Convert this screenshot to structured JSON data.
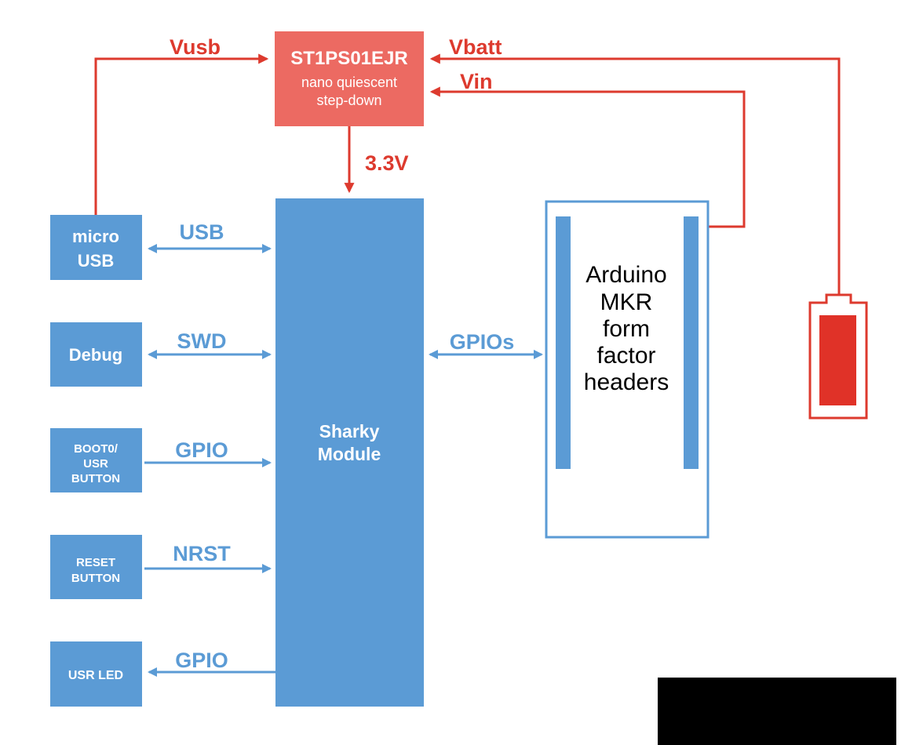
{
  "regulator": {
    "title": "ST1PS01EJR",
    "subtitle_line1": "nano quiescent",
    "subtitle_line2": "step-down"
  },
  "power_labels": {
    "vusb": "Vusb",
    "vbatt": "Vbatt",
    "vin": "Vin",
    "v33": "3.3V"
  },
  "module": {
    "line1": "Sharky",
    "line2": "Module"
  },
  "peripherals": {
    "micro_usb": {
      "line1": "micro",
      "line2": "USB"
    },
    "debug": {
      "line1": "Debug"
    },
    "boot_button": {
      "line1": "BOOT0/",
      "line2": "USR",
      "line3": "BUTTON"
    },
    "reset_button": {
      "line1": "RESET",
      "line2": "BUTTON"
    },
    "usr_led": {
      "line1": "USR LED"
    }
  },
  "connections": {
    "usb": "USB",
    "swd": "SWD",
    "gpio_boot": "GPIO",
    "nrst": "NRST",
    "gpio_led": "GPIO",
    "gpios": "GPIOs"
  },
  "headers": {
    "line1": "Arduino",
    "line2": "MKR",
    "line3": "form",
    "line4": "factor",
    "line5": "headers"
  },
  "colors": {
    "blue": "#5b9bd5",
    "red_box": "#ec6a62",
    "red_line": "#dd3a2e",
    "battery_fill": "#e03228"
  }
}
